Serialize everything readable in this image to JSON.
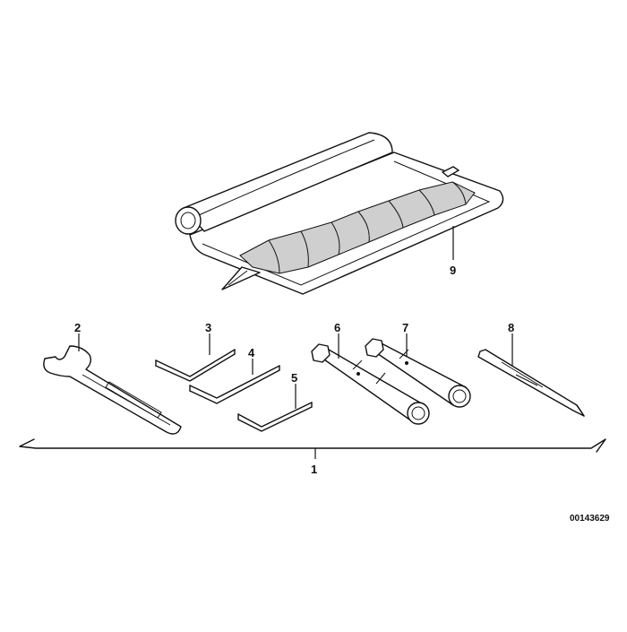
{
  "diagram": {
    "callouts": {
      "c1": "1",
      "c2": "2",
      "c3": "3",
      "c4": "4",
      "c5": "5",
      "c6": "6",
      "c7": "7",
      "c8": "8",
      "c9": "9"
    },
    "reference_number": "00143629",
    "colors": {
      "line": "#111111",
      "background": "#ffffff",
      "shade": "#cfcfcf"
    },
    "parts": [
      {
        "callout": "9",
        "icon": "tool-roll-icon"
      },
      {
        "callout": "2",
        "icon": "open-end-wrench-icon"
      },
      {
        "callout": "3",
        "icon": "hex-key-icon"
      },
      {
        "callout": "4",
        "icon": "hex-key-icon"
      },
      {
        "callout": "5",
        "icon": "hex-key-icon"
      },
      {
        "callout": "6",
        "icon": "box-spanner-icon"
      },
      {
        "callout": "7",
        "icon": "box-spanner-icon"
      },
      {
        "callout": "8",
        "icon": "screwdriver-icon"
      }
    ]
  }
}
